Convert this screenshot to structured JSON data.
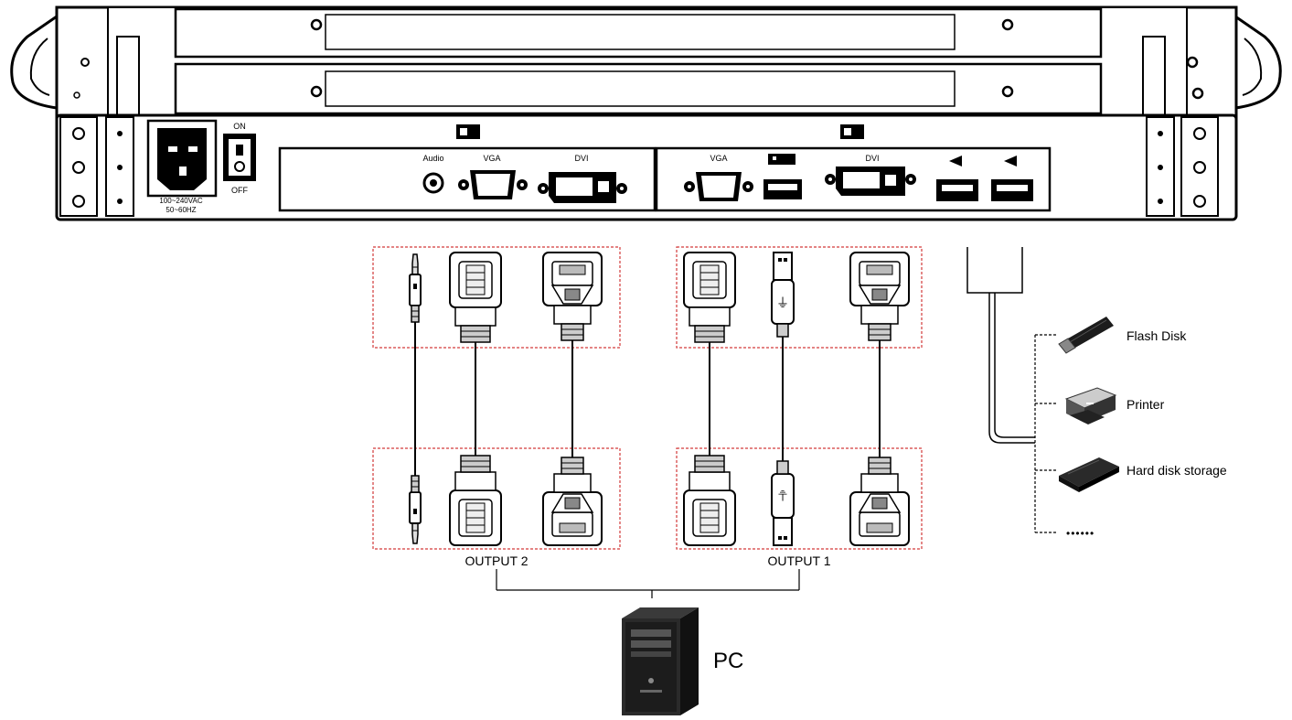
{
  "chassis": {
    "power": {
      "switch_on_label": "ON",
      "switch_off_label": "OFF",
      "rating_line1": "100~240VAC",
      "rating_line2": "50~60HZ"
    },
    "panel_left": {
      "audio_label": "Audio",
      "vga_label": "VGA",
      "dvi_label": "DVI"
    },
    "panel_right": {
      "vga_label": "VGA",
      "dvi_label": "DVI"
    }
  },
  "outputs": {
    "output2_label": "OUTPUT 2",
    "output1_label": "OUTPUT 1"
  },
  "pc": {
    "label": "PC"
  },
  "usb_devices": {
    "flash_disk": "Flash Disk",
    "printer": "Printer",
    "hard_disk": "Hard disk storage",
    "more": "••••••"
  },
  "colors": {
    "outline": "#000000",
    "group_border": "#d33a3a",
    "chassis_fill": "#ffffff",
    "connector_fill": "#e6e6e6",
    "pc_fill": "#1e1e1e"
  }
}
